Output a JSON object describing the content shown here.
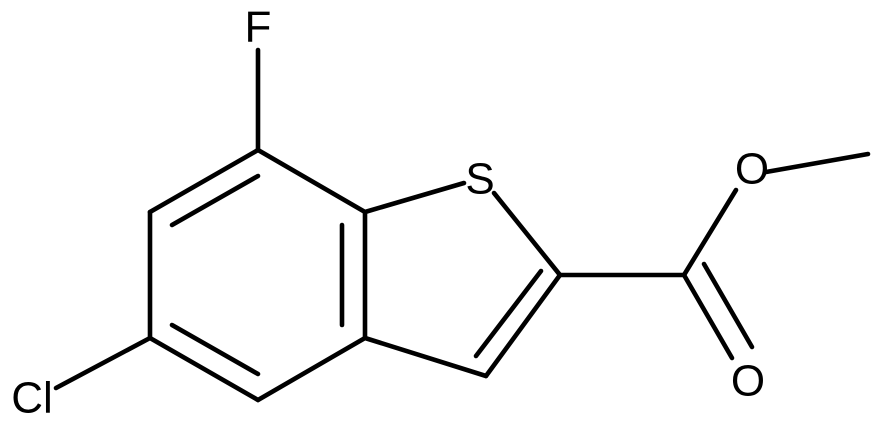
{
  "molecule": {
    "atom_labels": {
      "fluorine": "F",
      "sulfur": "S",
      "ester_oxygen": "O",
      "carbonyl_oxygen": "O",
      "chlorine": "Cl"
    }
  },
  "colors": {
    "bond": "#000000",
    "text": "#000000",
    "background": "#ffffff"
  }
}
